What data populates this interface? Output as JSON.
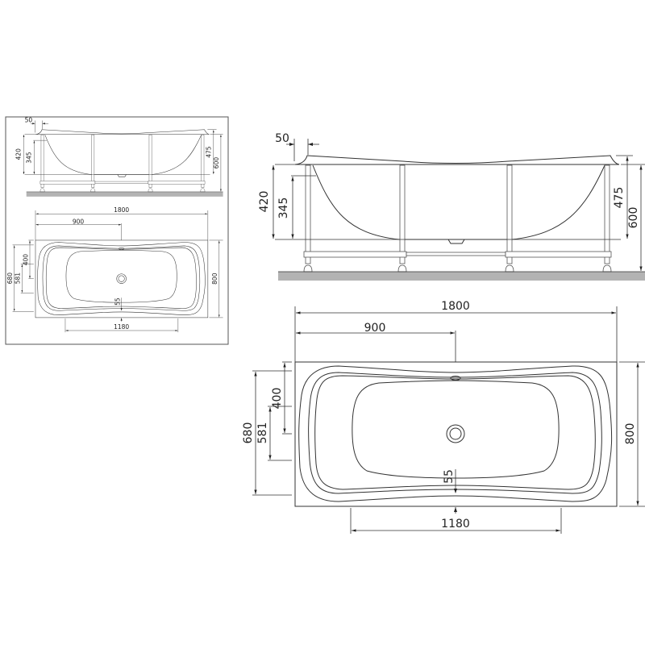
{
  "colors": {
    "line": "#333333",
    "floor": "#b3b3b3",
    "frame": "#555555"
  },
  "side_view": {
    "rim_overhang": "50",
    "inner_depth": "420",
    "depth_345": "345",
    "depth_475": "475",
    "total_height": "600"
  },
  "top_view": {
    "length": "1800",
    "half_length": "900",
    "width": "800",
    "inner_width": "680",
    "offset_400": "400",
    "dim_581": "581",
    "drain_offset": "55",
    "inner_length": "1180"
  }
}
